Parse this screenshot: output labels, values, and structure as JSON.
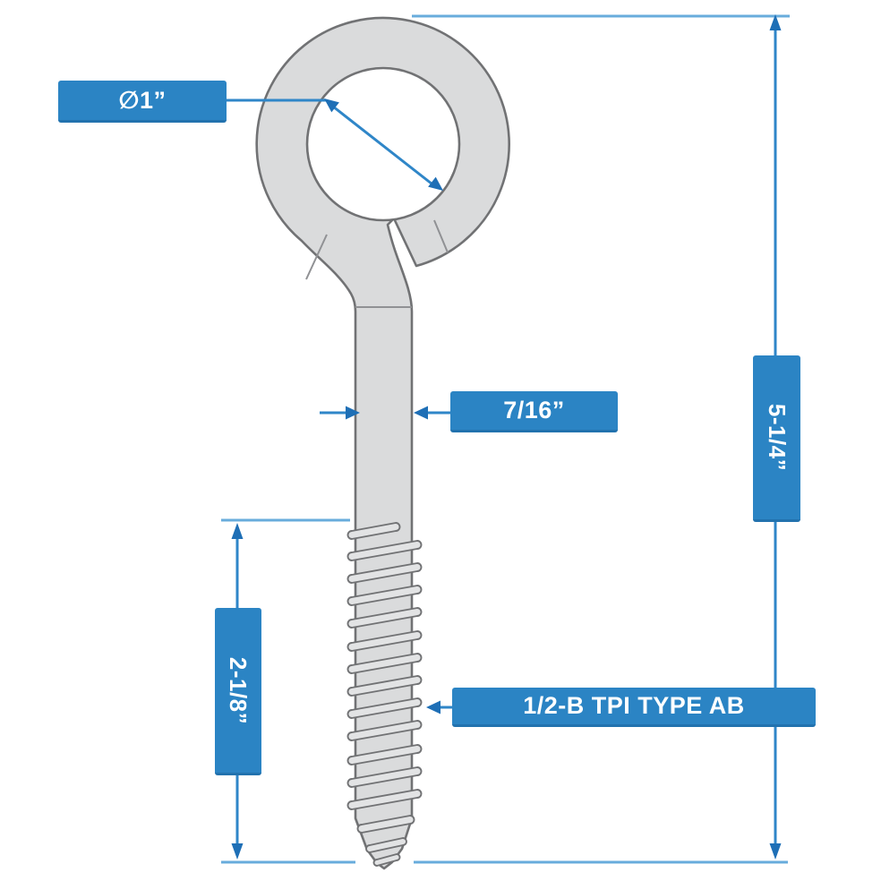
{
  "diagram": {
    "dimensions": {
      "eye_inner_diameter": "∅1”",
      "shank_diameter": "7/16”",
      "overall_length": "5-1/4”",
      "thread_length": "2-1/8”",
      "thread_spec": "1/2-B TPI TYPE AB"
    },
    "colors": {
      "background": "#ffffff",
      "label_bg": "#2b84c4",
      "label_bg_edge": "#2272ae",
      "label_text": "#ffffff",
      "dim_line": "#2f86c8",
      "dim_line_light": "#68acdc",
      "arrowhead": "#1e6fb6",
      "metal_fill": "#dadbdc",
      "metal_stroke": "#717274",
      "ridge_fill": "#e2e3e4",
      "detail_line": "#909194"
    }
  }
}
